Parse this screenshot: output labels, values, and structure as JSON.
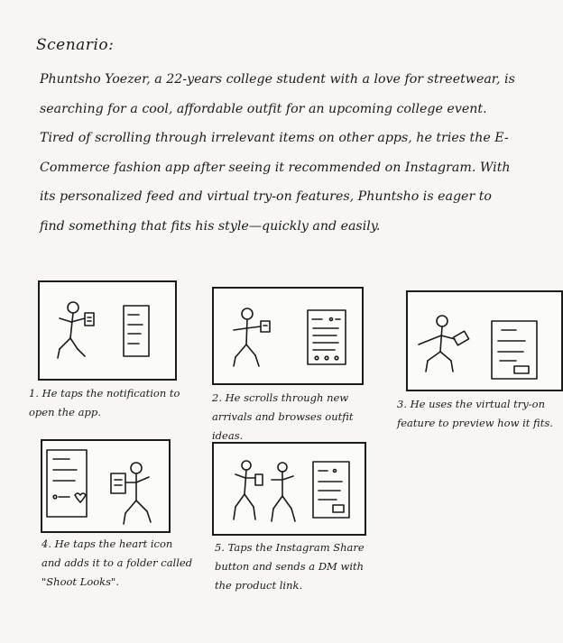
{
  "scenario": {
    "title": "Scenario:",
    "text": "Phuntsho Yoezer, a 22-years college student with a love for streetwear, is searching for a cool, affordable outfit for an upcoming college event. Tired of scrolling through irrelevant items on other apps, he tries the E-Commerce fashion app after seeing it recommended on Instagram. With its personalized feed and virtual try-on features, Phuntsho is eager to find something that fits his style—quickly and easily."
  },
  "panels": [
    {
      "caption": "1. He taps the notification to open the app."
    },
    {
      "caption": "2. He scrolls through new arrivals and browses outfit ideas."
    },
    {
      "caption": "3. He uses the virtual try-on feature to preview how it fits."
    },
    {
      "caption": "4. He taps the heart icon and adds it to a folder called \"Shoot Looks\"."
    },
    {
      "caption": "5. Taps the Instagram Share button and sends a DM with the product link."
    }
  ]
}
